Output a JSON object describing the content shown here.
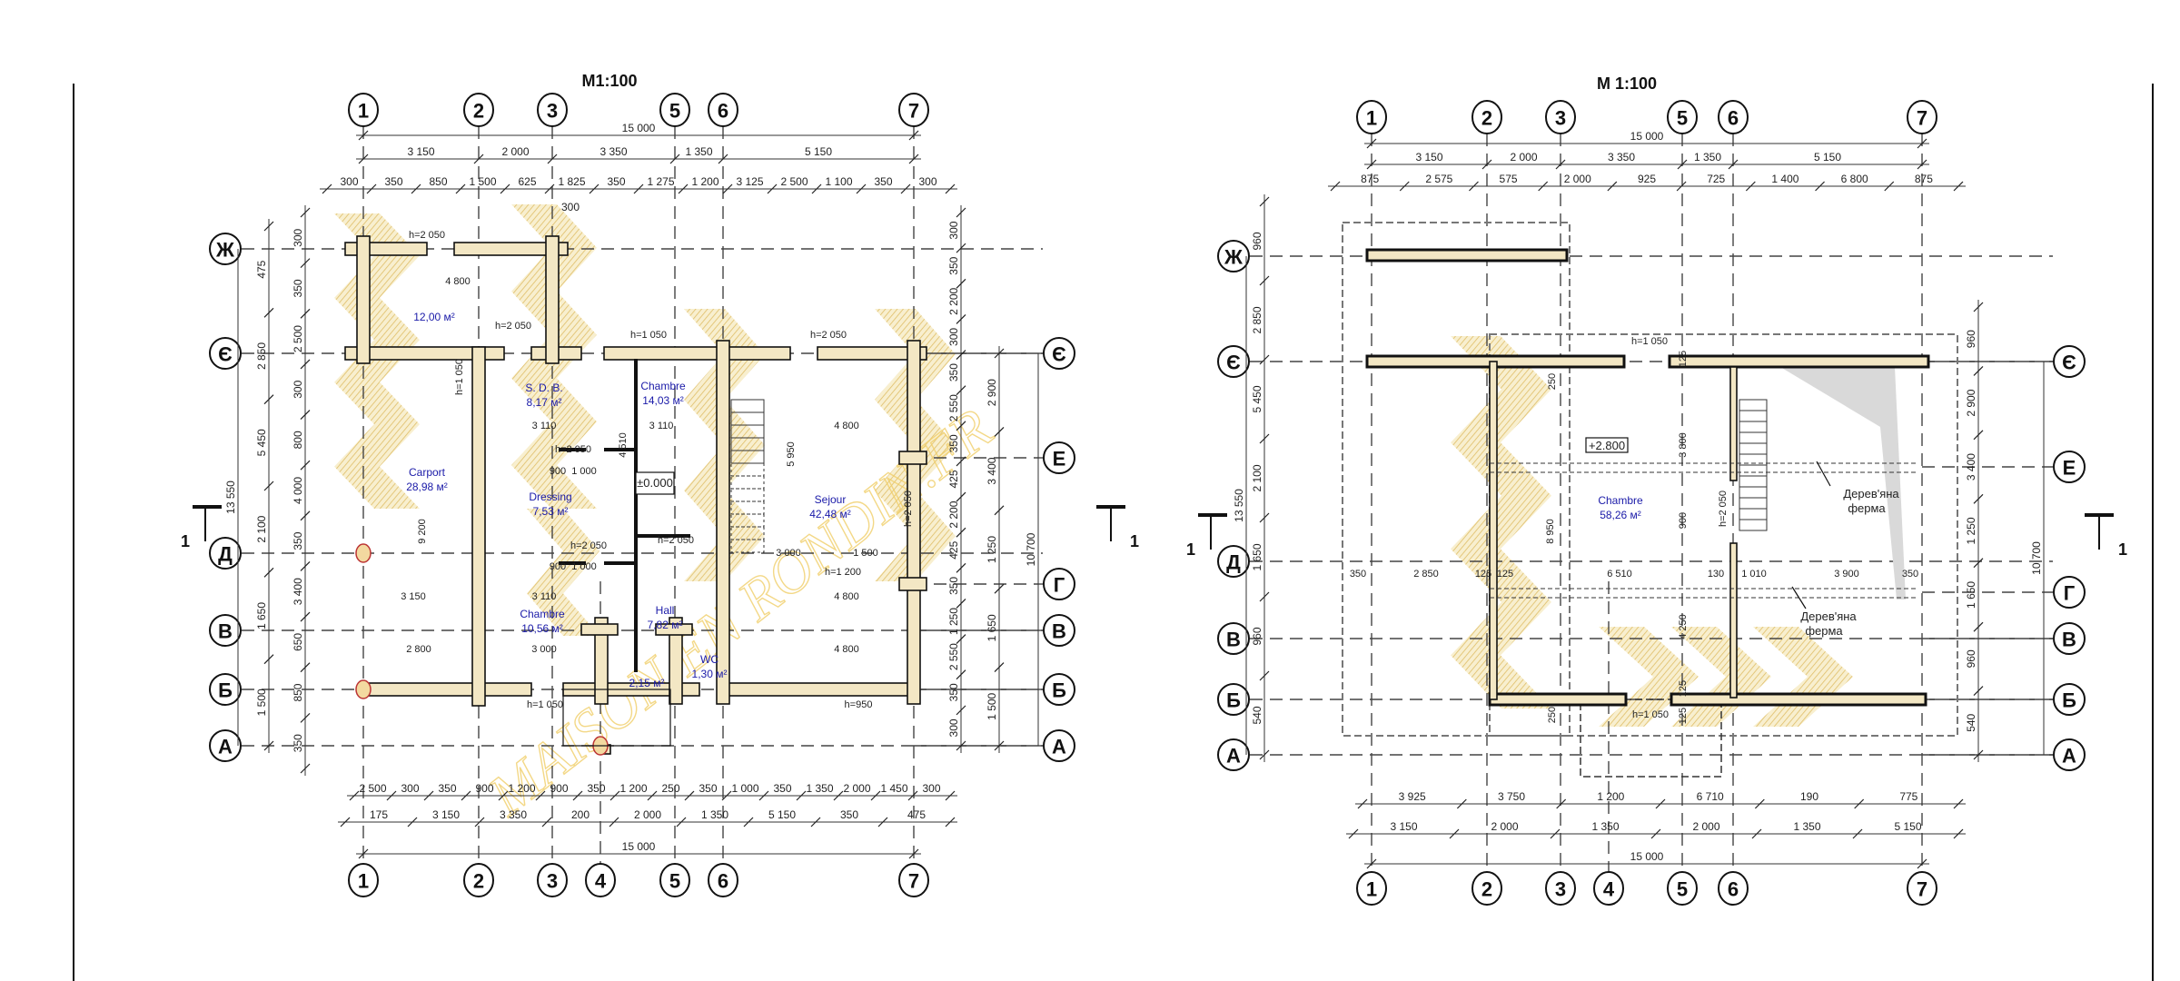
{
  "watermark": "MAISON EN RONDIN.FR",
  "colors": {
    "wall_fill": "#f3e7c4",
    "hatch": "#e6c768",
    "room_text": "#1a1aa8",
    "roof_shade": "#d9d9d9"
  },
  "plans": [
    {
      "id": "ground-floor",
      "title": "M1:100",
      "axes_top": [
        "1",
        "2",
        "3",
        "5",
        "6",
        "7"
      ],
      "axes_bottom": [
        "1",
        "2",
        "3",
        "4",
        "5",
        "6",
        "7"
      ],
      "rows_left": [
        "Ж",
        "Є",
        "Д",
        "В",
        "Б",
        "А"
      ],
      "rows_right": [
        "Є",
        "Е",
        "Г",
        "В",
        "Б",
        "А"
      ],
      "section_mark": "1",
      "dims_top_total": "15 000",
      "dims_top_axes": [
        "3 150",
        "2 000",
        "3 350",
        "1 350",
        "5 150"
      ],
      "dims_top_detail": [
        "300",
        "350",
        "850",
        "1 500",
        "625",
        "1 825",
        "350",
        "1 275",
        "1 200",
        "3 125",
        "2 500",
        "1 100",
        "350",
        "300"
      ],
      "dims_top_extra": "300",
      "dims_bottom_detail": [
        "2 500",
        "300",
        "350",
        "900",
        "1 200",
        "900",
        "350",
        "1 200",
        "250",
        "350",
        "1 000",
        "350",
        "1 350",
        "2 000",
        "1 450",
        "300"
      ],
      "dims_bottom_axes": [
        "175",
        "3 150",
        "3 350",
        "200",
        "2 000",
        "1 350",
        "5 150",
        "350",
        "475"
      ],
      "dims_bottom_total": "15 000",
      "dims_left_outer": "13 550",
      "dims_left_mid": [
        "475",
        "2 850",
        "5 450",
        "2 100",
        "1 650",
        "1 500"
      ],
      "dims_left_inner": [
        "300",
        "350",
        "2 500",
        "300",
        "800",
        "4 000",
        "350",
        "3 400",
        "650",
        "850",
        "350"
      ],
      "dims_right_outer": "10 700",
      "dims_right_mid": [
        "2 900",
        "3 400",
        "1 250",
        "1 650",
        "1 500"
      ],
      "dims_right_inner": [
        "300",
        "350",
        "2 200",
        "300",
        "350",
        "2 550",
        "350",
        "425",
        "2 200",
        "425",
        "350",
        "1 250",
        "2 550",
        "350",
        "300"
      ],
      "rooms": [
        {
          "name": "",
          "area": "12,00 м²"
        },
        {
          "name": "S. D. B.",
          "area": "8,17 м²"
        },
        {
          "name": "Chambre",
          "area": "14,03 м²"
        },
        {
          "name": "Carport",
          "area": "28,98 м²"
        },
        {
          "name": "Dressing",
          "area": "7,53 м²"
        },
        {
          "name": "Sejour",
          "area": "42,48 м²"
        },
        {
          "name": "Hall",
          "area": "7,82 м²"
        },
        {
          "name": "Chambre",
          "area": "10,56 м²"
        },
        {
          "name": "",
          "area": "2,15 м²"
        },
        {
          "name": "WC",
          "area": "1,30 м²"
        }
      ],
      "level": "±0.000",
      "notes": [
        "h=2 050",
        "h=2 050",
        "h=1 050",
        "h=2 050",
        "h=1 050",
        "h=2 050",
        "h=2 050",
        "h=2 050",
        "h=1 200",
        "h=2 050",
        "h=1 050",
        "h=950",
        "4 800",
        "3 110",
        "3 110",
        "4 800",
        "3 150",
        "3 110",
        "4 800",
        "2 800",
        "3 000",
        "4 800",
        "9 200",
        "5 950",
        "4 510",
        "900",
        "1 000",
        "900",
        "1 000",
        "3 000",
        "1 500"
      ]
    },
    {
      "id": "attic-floor",
      "title": "M 1:100",
      "axes_top": [
        "1",
        "2",
        "3",
        "5",
        "6",
        "7"
      ],
      "axes_bottom": [
        "1",
        "2",
        "3",
        "4",
        "5",
        "6",
        "7"
      ],
      "rows_left": [
        "Ж",
        "Є",
        "Д",
        "В",
        "Б",
        "А"
      ],
      "rows_right": [
        "Є",
        "Е",
        "Г",
        "В",
        "Б",
        "А"
      ],
      "section_mark": "1",
      "dims_top_total": "15 000",
      "dims_top_axes": [
        "3 150",
        "2 000",
        "3 350",
        "1 350",
        "5 150"
      ],
      "dims_top_detail": [
        "875",
        "2 575",
        "575",
        "2 000",
        "925",
        "725",
        "1 400",
        "6 800",
        "875"
      ],
      "dims_bottom_detail": [
        "3 925",
        "3 750",
        "1 200",
        "6 710",
        "190",
        "775"
      ],
      "dims_bottom_axes": [
        "3 150",
        "2 000",
        "1 350",
        "2 000",
        "1 350",
        "5 150"
      ],
      "dims_bottom_total": "15 000",
      "dims_left_outer": "13 550",
      "dims_left_mid": [
        "960",
        "2 850",
        "5 450",
        "2 100",
        "1 650",
        "960",
        "540"
      ],
      "dims_right_outer": "10 700",
      "dims_right_mid": [
        "960",
        "2 900",
        "3 400",
        "1 250",
        "1 650",
        "960",
        "540"
      ],
      "rooms": [
        {
          "name": "Chambre",
          "area": "58,26 м²"
        }
      ],
      "level": "+2.800",
      "truss_label_1": "Дерев'яна",
      "truss_label_2": "ферма",
      "notes": [
        "h=1 050",
        "h=1 050",
        "h=2 050",
        "350",
        "2 850",
        "125",
        "125",
        "6 510",
        "130",
        "1 010",
        "3 900",
        "350",
        "250",
        "125",
        "3 800",
        "8 950",
        "900",
        "4 250",
        "250",
        "125",
        "125"
      ]
    }
  ]
}
